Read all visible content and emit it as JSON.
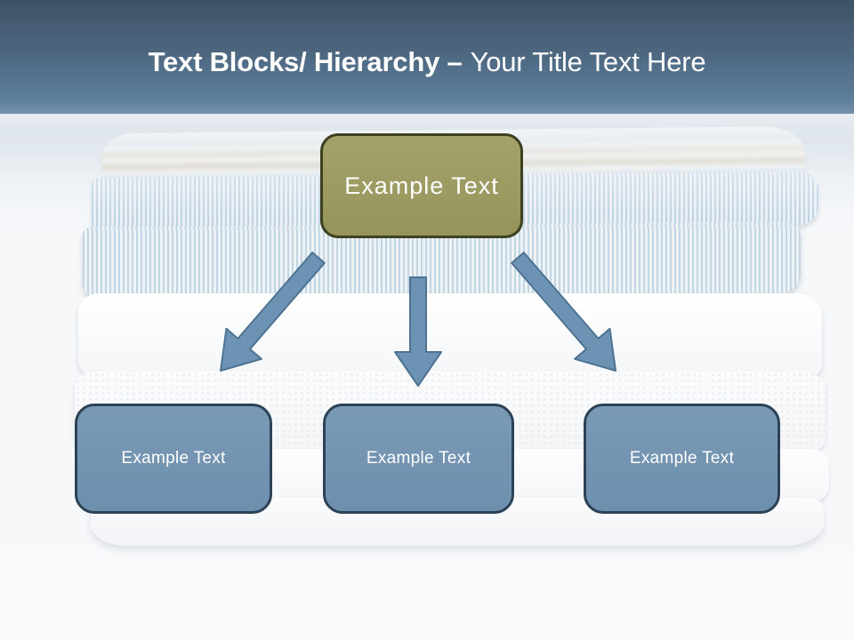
{
  "colors": {
    "header-top": "#3e5265",
    "header-blue": "#5d7e9b",
    "root-fill": "#9c9c63",
    "root-border": "#3d411f",
    "child-fill": "#7394b0",
    "child-border": "#2c4357",
    "arrow-fill": "#6d93b4",
    "arrow-stroke": "#4e7392",
    "title-color": "#ffffff"
  },
  "title": {
    "bold": "Text Blocks/ Hierarchy –",
    "regular": "Your Title Text Here"
  },
  "diagram": {
    "root": {
      "label": "Example Text"
    },
    "children": [
      {
        "label": "Example Text"
      },
      {
        "label": "Example Text"
      },
      {
        "label": "Example Text"
      }
    ]
  }
}
